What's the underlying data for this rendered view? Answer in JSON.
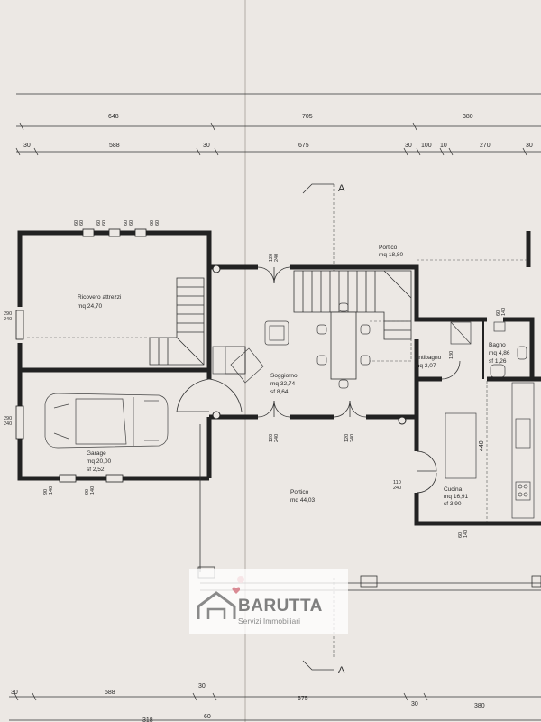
{
  "top_dimensions": {
    "row1": [
      "648",
      "705",
      "380"
    ],
    "row2": [
      "30",
      "588",
      "30",
      "675",
      "30",
      "100",
      "10",
      "270",
      "30"
    ]
  },
  "bottom_dimensions": {
    "row1": [
      "30",
      "588",
      "30",
      "675",
      "30",
      "380"
    ],
    "row2": [
      "318",
      "60"
    ]
  },
  "section_marks": {
    "top": "A",
    "bottom": "A"
  },
  "rooms": {
    "ricovero": {
      "name": "Ricovero attrezzi",
      "area": "mq 24,70"
    },
    "garage": {
      "name": "Garage",
      "area": "mq 20,00",
      "sf": "sf 2,52"
    },
    "portico_top": {
      "name": "Portico",
      "area": "mq 18,80"
    },
    "soggiorno": {
      "name": "Soggiorno",
      "area": "mq 32,74",
      "sf": "sf 8,64"
    },
    "antibagno": {
      "name": "Antibagno",
      "area": "mq 2,07"
    },
    "bagno": {
      "name": "Bagno",
      "area": "mq 4,86",
      "sf": "sf 1,26"
    },
    "cucina": {
      "name": "Cucina",
      "area": "mq 16,91",
      "sf": "sf 3,90"
    },
    "portico_bottom": {
      "name": "Portico",
      "area": "mq 44,03"
    }
  },
  "opening_labels": {
    "ricovero_windows": [
      "60",
      "60",
      "60",
      "60",
      "60",
      "60",
      "60",
      "60"
    ],
    "left_ricovero": [
      "290",
      "240"
    ],
    "left_garage": [
      "290",
      "240"
    ],
    "garage_bottom": [
      "90",
      "140",
      "90",
      "140"
    ],
    "soggiorno_top_door": [
      "120",
      "240"
    ],
    "soggiorno_bottom_door1": [
      "120",
      "240"
    ],
    "soggiorno_bottom_door2": [
      "120",
      "240"
    ],
    "bagno_window": [
      "60",
      "140"
    ],
    "antibagno_door": "180",
    "cucina_side": "440",
    "cucina_door": [
      "110",
      "240"
    ],
    "cucina_bottom": [
      "60",
      "140"
    ]
  },
  "watermark": {
    "name": "BARUTTA",
    "subtitle": "Servizi Immobiliari"
  }
}
